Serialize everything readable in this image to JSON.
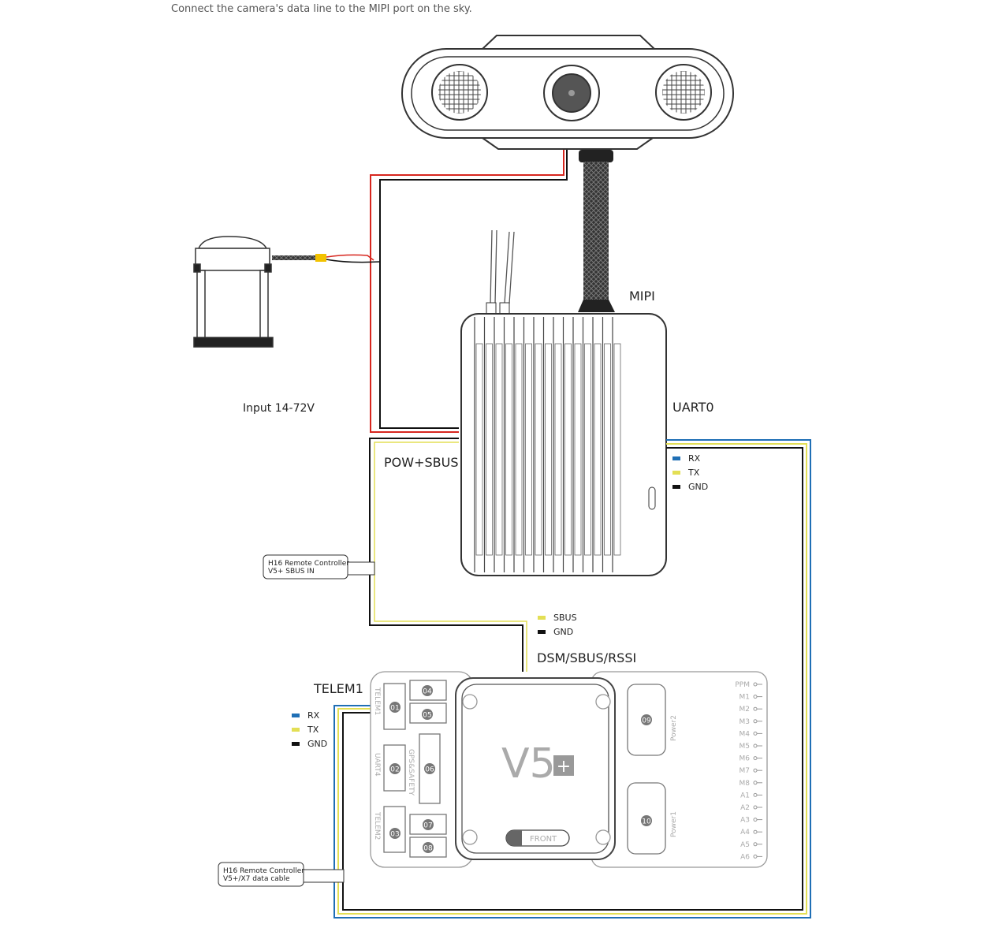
{
  "caption": "Connect the camera's data line to the MIPI port on the sky.",
  "labels": {
    "mipi": "MIPI",
    "uart0": "UART0",
    "input": "Input 14-72V",
    "pow_sbus": "POW+SBUS",
    "dsm": "DSM/SBUS/RSSI",
    "telem1": "TELEM1"
  },
  "legend_uart0": [
    {
      "label": "RX",
      "color": "#1f6fb5"
    },
    {
      "label": "TX",
      "color": "#e3df55"
    },
    {
      "label": "GND",
      "color": "#111111"
    }
  ],
  "legend_sbus": [
    {
      "label": "SBUS",
      "color": "#e3df55"
    },
    {
      "label": "GND",
      "color": "#111111"
    }
  ],
  "legend_telem1": [
    {
      "label": "RX",
      "color": "#1f6fb5"
    },
    {
      "label": "TX",
      "color": "#e3df55"
    },
    {
      "label": "GND",
      "color": "#111111"
    }
  ],
  "callouts": {
    "sbus_in": [
      "H16 Remote Controller",
      "V5+ SBUS IN"
    ],
    "data_cable": [
      "H16 Remote Controller",
      "V5+/X7 data cable"
    ]
  },
  "flight_controller": {
    "brand": "V5",
    "front": "FRONT",
    "ports": [
      "01",
      "02",
      "03",
      "04",
      "05",
      "06",
      "07",
      "08",
      "09",
      "10"
    ],
    "side_labels": [
      "TELEM1",
      "UART4",
      "TELEM2",
      "GPS&SAFETY",
      "Power2",
      "Power1"
    ],
    "pins": [
      "PPM",
      "M1",
      "M2",
      "M3",
      "M4",
      "M5",
      "M6",
      "M7",
      "M8",
      "A1",
      "A2",
      "A3",
      "A4",
      "A5",
      "A6"
    ]
  },
  "wire_colors": {
    "power": "#d7261e",
    "gnd": "#111111",
    "signal": "#e3df55",
    "rx": "#1f6fb5"
  }
}
